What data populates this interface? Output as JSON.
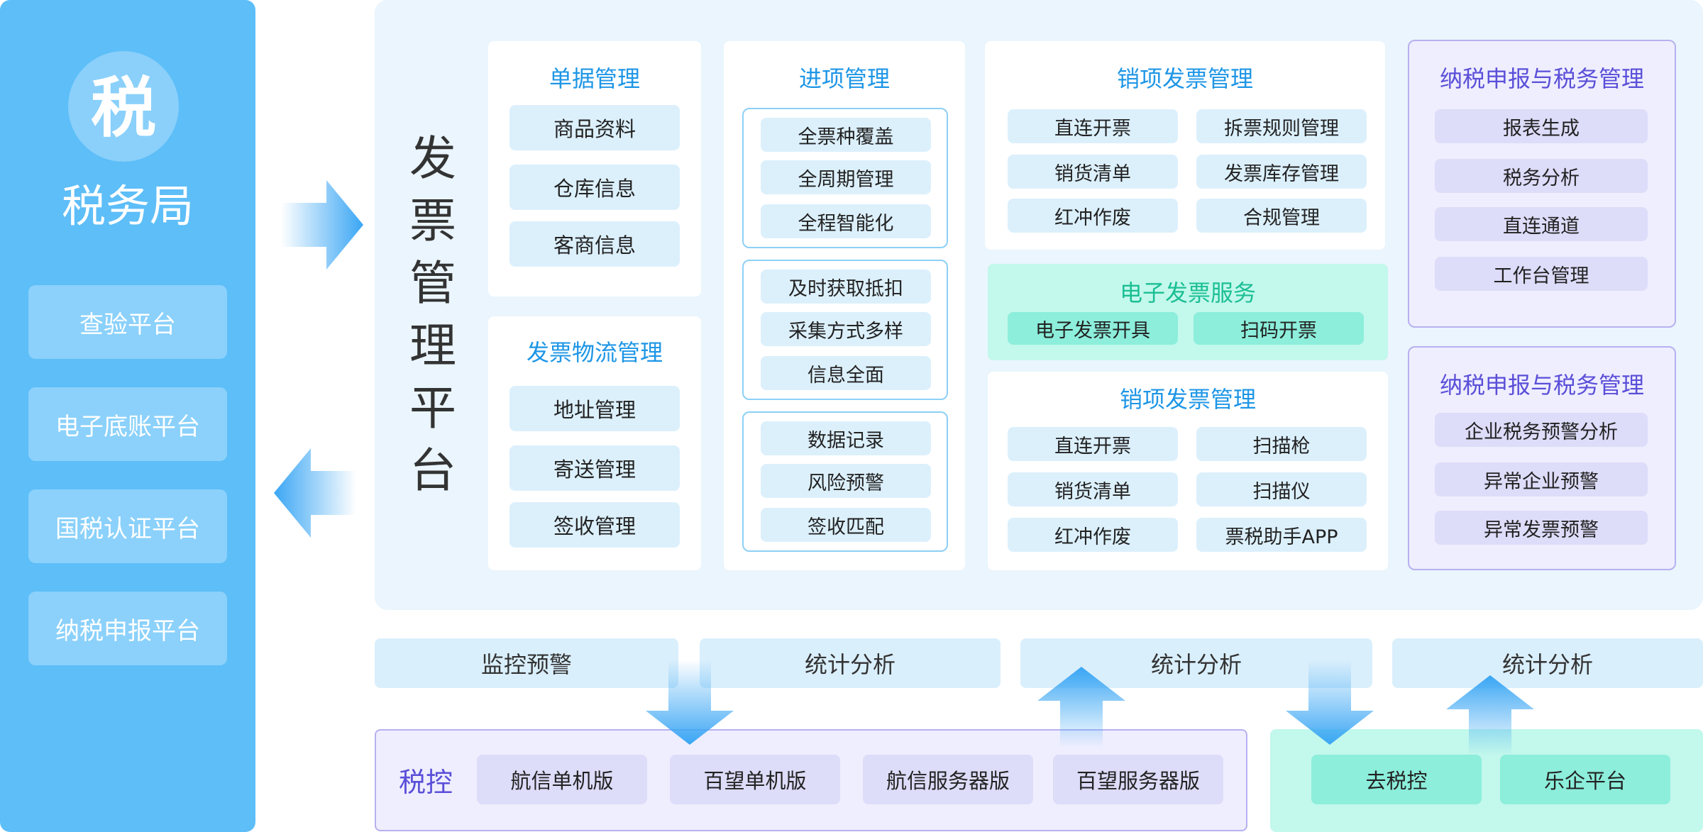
{
  "bureau": {
    "logo_char": "税",
    "title": "税务局",
    "items": [
      "查验平台",
      "电子底账平台",
      "国税认证平台",
      "纳税申报平台"
    ]
  },
  "platform": {
    "title": "发票管理平台",
    "documents": {
      "title": "单据管理",
      "items": [
        "商品资料",
        "仓库信息",
        "客商信息"
      ]
    },
    "logistics": {
      "title": "发票物流管理",
      "items": [
        "地址管理",
        "寄送管理",
        "签收管理"
      ]
    },
    "input": {
      "title": "进项管理",
      "group1": [
        "全票种覆盖",
        "全周期管理",
        "全程智能化"
      ],
      "group2": [
        "及时获取抵扣",
        "采集方式多样",
        "信息全面"
      ],
      "group3": [
        "数据记录",
        "风险预警",
        "签收匹配"
      ]
    },
    "sales_top": {
      "title": "销项发票管理",
      "items": [
        "直连开票",
        "拆票规则管理",
        "销货清单",
        "发票库存管理",
        "红冲作废",
        "合规管理"
      ]
    },
    "e_invoice": {
      "title": "电子发票服务",
      "items": [
        "电子发票开具",
        "扫码开票"
      ]
    },
    "sales_bottom": {
      "title": "销项发票管理",
      "items": [
        "直连开票",
        "扫描枪",
        "销货清单",
        "扫描仪",
        "红冲作废",
        "票税助手APP"
      ]
    },
    "tax_top": {
      "title": "纳税申报与税务管理",
      "items": [
        "报表生成",
        "税务分析",
        "直连通道",
        "工作台管理"
      ]
    },
    "tax_bottom": {
      "title": "纳税申报与税务管理",
      "items": [
        "企业税务预警分析",
        "异常企业预警",
        "异常发票预警"
      ]
    }
  },
  "bottom": {
    "bars": [
      "监控预警",
      "统计分析",
      "统计分析",
      "统计分析"
    ],
    "shuikong": {
      "label": "税控",
      "items": [
        "航信单机版",
        "百望单机版",
        "航信服务器版",
        "百望服务器版"
      ]
    },
    "alt": {
      "items": [
        "去税控",
        "乐企平台"
      ]
    }
  },
  "colors": {
    "bureau_bg": "#5dbef8",
    "platform_bg": "#eaf5fd",
    "blue_title": "#1e96e6",
    "purple_title": "#5a4fd8",
    "green_title": "#1bbf94",
    "arrow": "#3aa6f4"
  }
}
